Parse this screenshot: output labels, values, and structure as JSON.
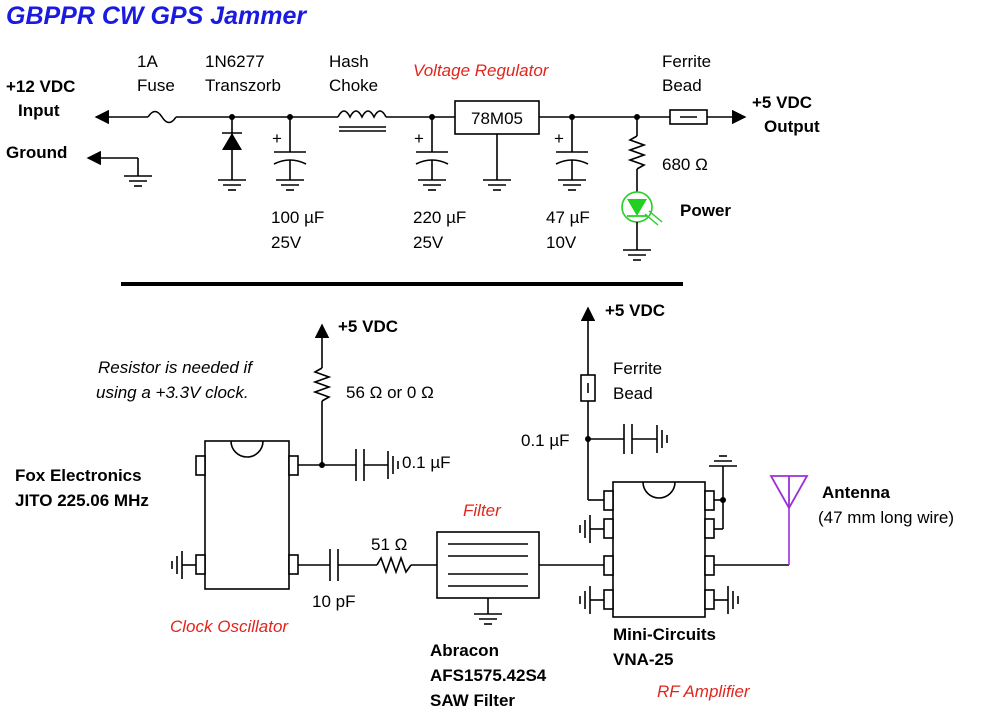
{
  "title": "GBPPR CW GPS Jammer",
  "power": {
    "input_label_1": "+12 VDC",
    "input_label_2": "Input",
    "ground_label": "Ground",
    "fuse_1": "1A",
    "fuse_2": "Fuse",
    "tvs_1": "1N6277",
    "tvs_2": "Transzorb",
    "choke_1": "Hash",
    "choke_2": "Choke",
    "regulator_section": "Voltage Regulator",
    "regulator_part": "78M05",
    "bead_1": "Ferrite",
    "bead_2": "Bead",
    "output_label_1": "+5 VDC",
    "output_label_2": "Output",
    "c1_value": "100 µF",
    "c1_voltage": "25V",
    "c2_value": "220 µF",
    "c2_voltage": "25V",
    "c3_value": "47 µF",
    "c3_voltage": "10V",
    "resistor": "680 Ω",
    "led_label": "Power",
    "plus": "+"
  },
  "rf": {
    "vdc_1": "+5 VDC",
    "vdc_2": "+5 VDC",
    "note_1": "Resistor is needed if",
    "note_2": "using a +3.3V clock.",
    "pullup_resistor": "56 Ω or 0 Ω",
    "osc_cap": "0.1 µF",
    "osc_name_1": "Fox Electronics",
    "osc_name_2": "JITO 225.06 MHz",
    "osc_section": "Clock Oscillator",
    "coupling_cap": "10 pF",
    "series_resistor": "51 Ω",
    "filter_section": "Filter",
    "filter_name_1": "Abracon",
    "filter_name_2": "AFS1575.42S4",
    "filter_name_3": "SAW Filter",
    "bead_1": "Ferrite",
    "bead_2": "Bead",
    "amp_cap": "0.1 µF",
    "amp_name_1": "Mini-Circuits",
    "amp_name_2": "VNA-25",
    "amp_section": "RF Amplifier",
    "antenna_1": "Antenna",
    "antenna_2": "(47 mm long wire)"
  },
  "colors": {
    "title": "#1a1ae0",
    "section_labels": "#e0261d",
    "led": "#22d022",
    "antenna": "#9b30d9"
  }
}
